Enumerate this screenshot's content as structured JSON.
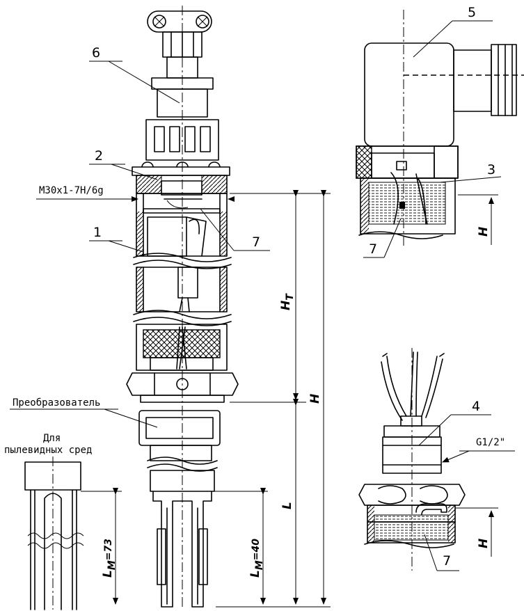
{
  "callouts": {
    "c1": "1",
    "c2": "2",
    "c3": "3",
    "c4": "4",
    "c5": "5",
    "c6": "6",
    "c7a": "7",
    "c7b": "7",
    "c7c": "7"
  },
  "labels": {
    "thread_main": "M30x1-7H/6g",
    "thread_g": "G1/2\"",
    "transducer": "Преобразователь",
    "dusty_line1": "Для",
    "dusty_line2": "пылевидных сред"
  },
  "dimensions": {
    "ht_main": "H",
    "ht_sub": "T",
    "h": "H",
    "l": "L",
    "lm40_main": "L",
    "lm40_sub": "M",
    "lm40_value": "=40",
    "lm73_main": "L",
    "lm73_sub": "M",
    "lm73_value": "=73",
    "h_top_right": "H",
    "h_bottom_right": "H"
  }
}
